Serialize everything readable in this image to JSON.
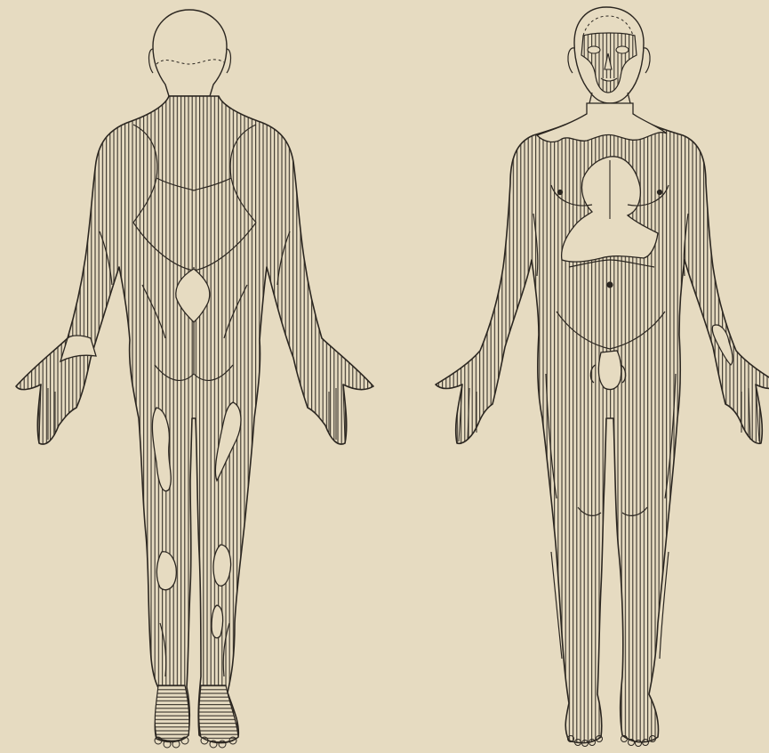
{
  "plate": {
    "colors": {
      "paper": "#e6dbc1",
      "ink": "#2b2620",
      "hatch": "#3a342c",
      "clear_area": "#e6dbc1"
    },
    "figures": [
      {
        "id": "posterior-view",
        "view": "back",
        "hatched": true
      },
      {
        "id": "anterior-view",
        "view": "front",
        "hatched": true
      }
    ]
  }
}
